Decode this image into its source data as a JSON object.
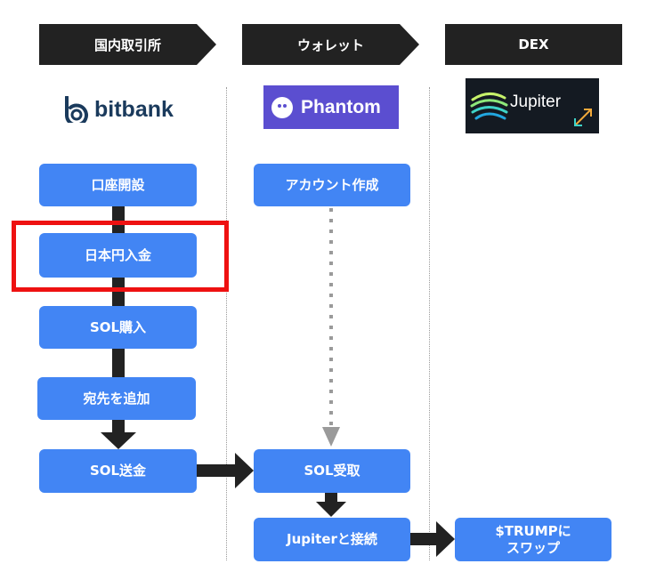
{
  "headers": {
    "exchange": "国内取引所",
    "wallet": "ウォレット",
    "dex": "DEX"
  },
  "logos": {
    "bitbank": "bitbank",
    "phantom": "Phantom",
    "jupiter": "Jupiter"
  },
  "steps": {
    "open_account": "口座開設",
    "jpy_deposit": "日本円入金",
    "buy_sol": "SOL購入",
    "add_destination": "宛先を追加",
    "send_sol": "SOL送金",
    "create_account": "アカウント作成",
    "receive_sol": "SOL受取",
    "connect_jupiter": "Jupiterと接続",
    "swap_trump_line1": "$TRUMPに",
    "swap_trump_line2": "スワップ"
  },
  "colors": {
    "box": "#4285f4",
    "header": "#222222",
    "highlight": "#ee1111",
    "arrow_solid": "#222222",
    "arrow_dotted": "#9a9a9a"
  },
  "highlighted_step": "jpy_deposit"
}
